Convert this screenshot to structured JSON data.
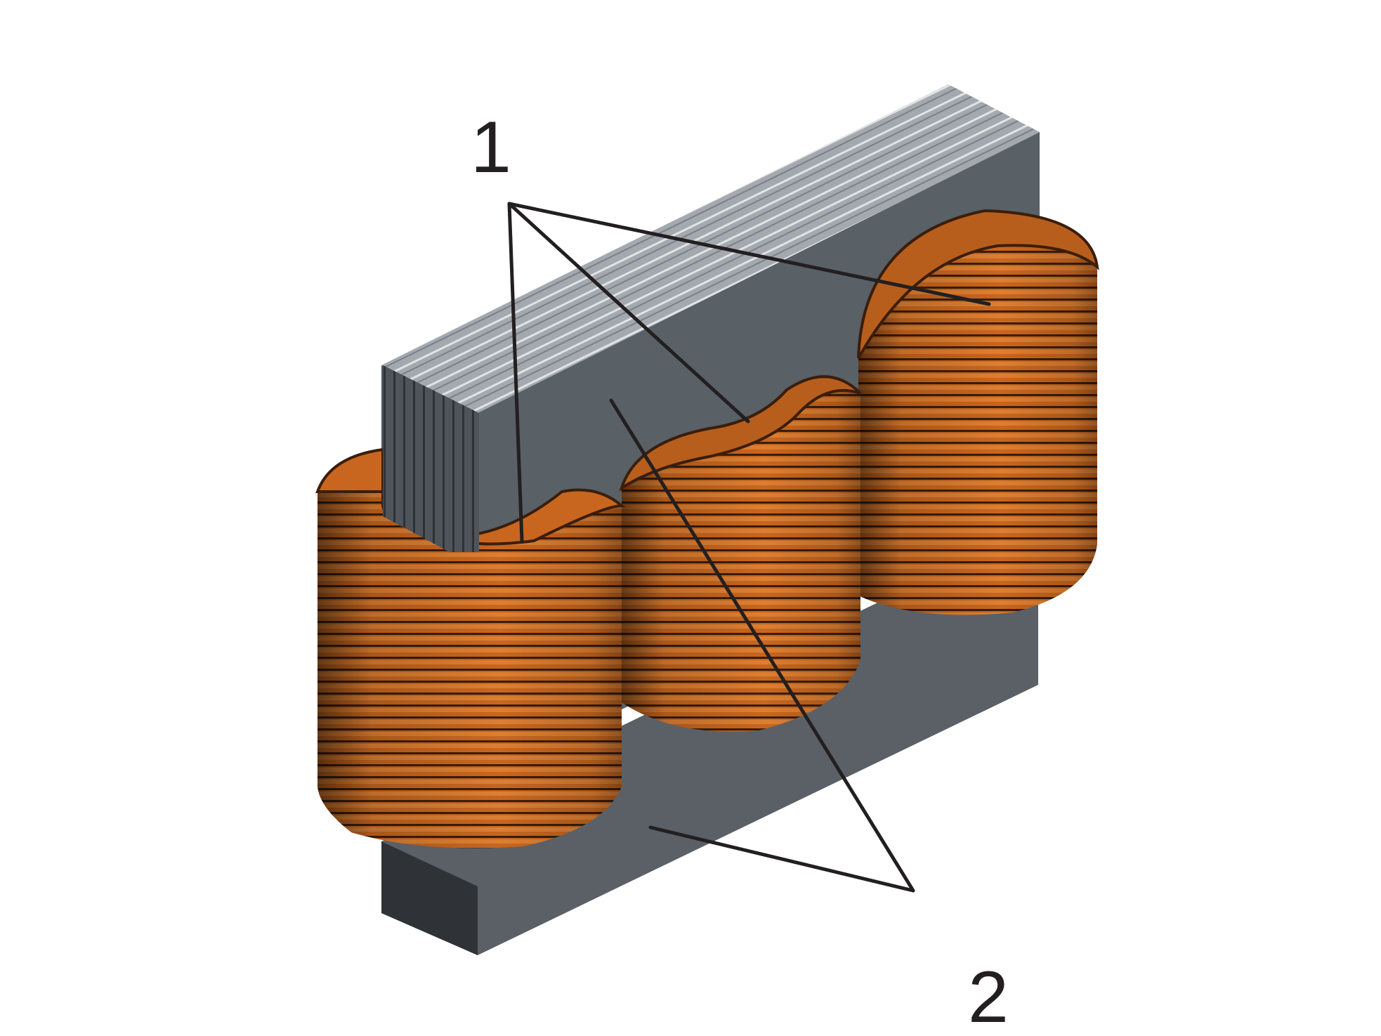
{
  "callouts": [
    {
      "label": "1",
      "part": "windings"
    },
    {
      "label": "2",
      "part": "core"
    }
  ],
  "colors": {
    "core_top": "#9fa5aa",
    "core_front": "#5a6066",
    "core_side": "#3c4146",
    "copper_light": "#d9782a",
    "copper_mid": "#b85e1d",
    "copper_dark": "#3a1e0c",
    "leader": "#231f20",
    "background": "#ffffff"
  }
}
